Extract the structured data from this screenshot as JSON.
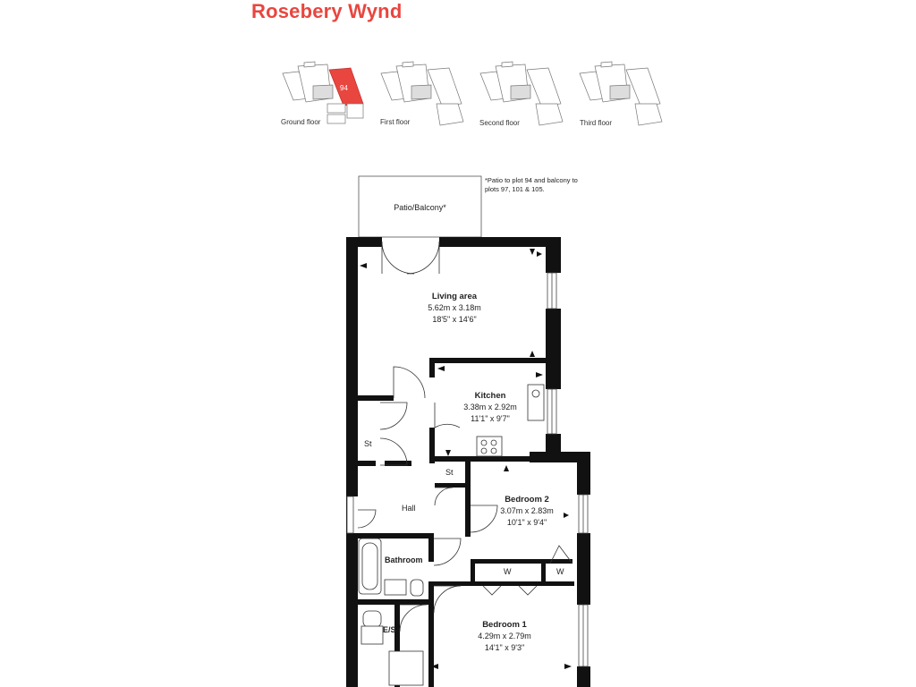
{
  "title": "Rosebery Wynd",
  "keyplans": [
    {
      "label": "Ground floor",
      "plot": "94"
    },
    {
      "label": "First floor"
    },
    {
      "label": "Second floor"
    },
    {
      "label": "Third floor"
    }
  ],
  "note": "*Patio to plot 94 and balcony to plots 97, 101 & 105.",
  "rooms": {
    "patio": {
      "name": "Patio/Balcony*"
    },
    "living": {
      "name": "Living area",
      "metric": "5.62m x 3.18m",
      "imperial": "18'5\" x 14'6\""
    },
    "kitchen": {
      "name": "Kitchen",
      "metric": "3.38m x 2.92m",
      "imperial": "11'1\" x 9'7\""
    },
    "bedroom2": {
      "name": "Bedroom 2",
      "metric": "3.07m x 2.83m",
      "imperial": "10'1\" x 9'4\""
    },
    "bedroom1": {
      "name": "Bedroom 1",
      "metric": "4.29m x 2.79m",
      "imperial": "14'1\" x 9'3\""
    },
    "hall": {
      "name": "Hall"
    },
    "bathroom": {
      "name": "Bathroom"
    },
    "es": {
      "name": "E/S"
    },
    "st1": {
      "name": "St"
    },
    "st2": {
      "name": "St"
    },
    "w1": {
      "name": "W"
    },
    "w2": {
      "name": "W"
    }
  },
  "colors": {
    "accent": "#e8463f",
    "wall": "#111111",
    "keyplan_fill": "#e8463f"
  }
}
